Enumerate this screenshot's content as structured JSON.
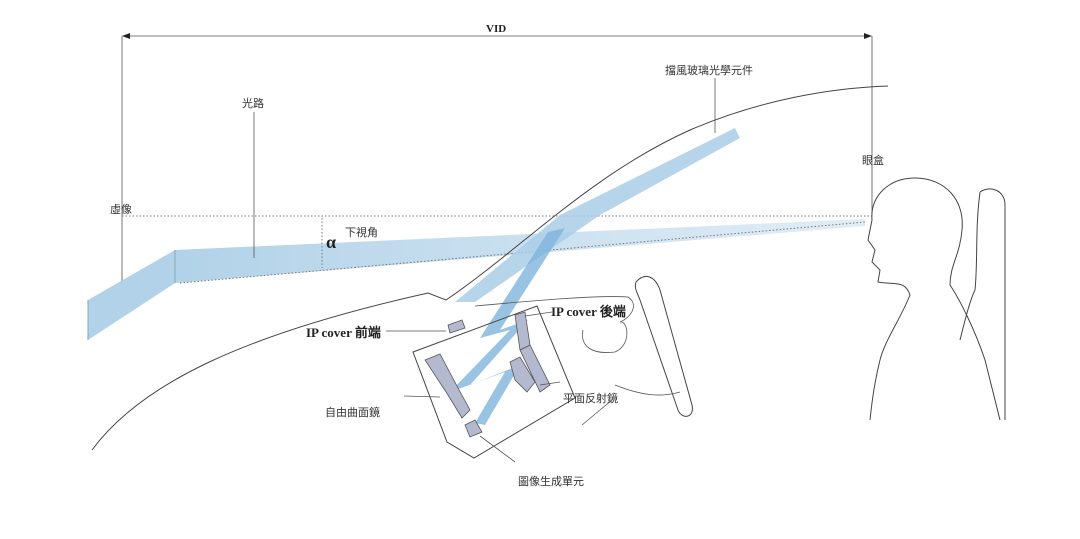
{
  "labels": {
    "vid": "VID",
    "light_path": "光路",
    "virtual_image": "虛像",
    "look_down_angle": "下視角",
    "alpha": "α",
    "windshield_element": "擋風玻璃光學元件",
    "eyebox": "眼盒",
    "ip_cover_front": "IP cover 前端",
    "ip_cover_rear": "IP cover 後端",
    "freeform_mirror": "自由曲面鏡",
    "flat_mirror": "平面反射鏡",
    "image_generation_unit": "圖像生成單元"
  },
  "colors": {
    "beam": "#a9cde6",
    "beam_dark": "#7fb4dc",
    "mirror": "#b5b9cf"
  }
}
